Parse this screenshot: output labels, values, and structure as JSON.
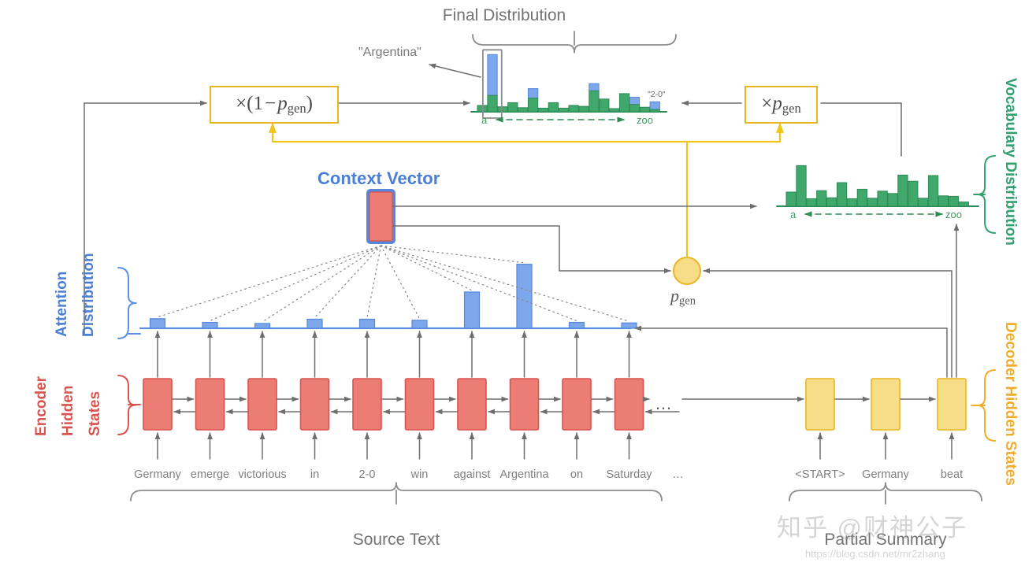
{
  "diagram": {
    "title_final_distribution": "Final Distribution",
    "title_context_vector": "Context Vector",
    "label_argentina": "\"Argentina\"",
    "label_2_0": "\"2-0\"",
    "label_source_text": "Source Text",
    "label_partial_summary": "Partial Summary",
    "label_attention_distribution": "Attention\nDistribution",
    "label_attention_line1": "Attention",
    "label_attention_line2": "Distribution",
    "label_encoder_line1": "Encoder",
    "label_encoder_line2": "Hidden",
    "label_encoder_line3": "States",
    "label_vocabulary_distribution": "Vocabulary Distribution",
    "label_decoder_hidden_states": "Decoder Hidden States",
    "pgen_node_label": "pgen",
    "formula_left": "×(1 − pgen)",
    "formula_right": "×pgen",
    "axis_start": "a",
    "axis_end": "zoo",
    "ellipsis": "…"
  },
  "source_tokens": [
    "Germany",
    "emerge",
    "victorious",
    "in",
    "2-0",
    "win",
    "against",
    "Argentina",
    "on",
    "Saturday",
    "…"
  ],
  "summary_tokens": [
    "<START>",
    "Germany",
    "beat"
  ],
  "colors": {
    "encoder_fill": "#eb7d75",
    "encoder_stroke": "#d9534f",
    "decoder_fill": "#f8dd88",
    "decoder_stroke": "#e8b61f",
    "attention_fill": "#7da7ea",
    "attention_stroke": "#5588dd",
    "vocab_fill": "#3fa86a",
    "vocab_stroke": "#2e8b57",
    "blue_label": "#4a7fd4",
    "red_label": "#d9534f",
    "green_label": "#33a06f",
    "orange_label": "#f0ad2e",
    "gray_line": "#6e6e6e",
    "yellow_line": "#f0c419"
  },
  "chart_data": [
    {
      "type": "bar",
      "name": "attention_distribution",
      "title": "Attention Distribution",
      "categories": [
        "Germany",
        "emerge",
        "victorious",
        "in",
        "2-0",
        "win",
        "against",
        "Argentina",
        "on",
        "Saturday"
      ],
      "values": [
        0.09,
        0.055,
        0.045,
        0.085,
        0.085,
        0.075,
        0.34,
        0.6,
        0.055,
        0.05
      ],
      "ylim": [
        0,
        0.62
      ],
      "grid": false,
      "legend": false,
      "color": "#7da7ea"
    },
    {
      "type": "bar",
      "name": "vocabulary_distribution",
      "title": "Vocabulary Distribution",
      "xlabel_start": "a",
      "xlabel_end": "zoo",
      "categories": [
        "1",
        "2",
        "3",
        "4",
        "5",
        "6",
        "7",
        "8",
        "9",
        "10",
        "11",
        "12",
        "13",
        "14",
        "15",
        "16",
        "17",
        "18"
      ],
      "values": [
        0.3,
        0.86,
        0.16,
        0.33,
        0.18,
        0.5,
        0.16,
        0.36,
        0.17,
        0.32,
        0.27,
        0.66,
        0.53,
        0.17,
        0.65,
        0.22,
        0.21,
        0.09
      ],
      "ylim": [
        0,
        1.0
      ],
      "grid": false,
      "legend": false,
      "color": "#3fa86a"
    },
    {
      "type": "bar",
      "name": "final_distribution",
      "title": "Final Distribution",
      "xlabel_start": "a",
      "xlabel_end": "zoo",
      "annotations": [
        {
          "text": "\"Argentina\"",
          "index": 1
        },
        {
          "text": "\"2-0\"",
          "index": 17
        }
      ],
      "highlight_index": 1,
      "categories": [
        "1",
        "2",
        "3",
        "4",
        "5",
        "6",
        "7",
        "8",
        "9",
        "10",
        "11",
        "12",
        "13",
        "14",
        "15",
        "16",
        "17",
        "18"
      ],
      "series": [
        {
          "name": "vocabulary (green)",
          "color": "#3fa86a",
          "values": [
            0.14,
            0.36,
            0.11,
            0.2,
            0.09,
            0.3,
            0.08,
            0.2,
            0.08,
            0.14,
            0.12,
            0.46,
            0.28,
            0.07,
            0.4,
            0.16,
            0.1,
            0.05
          ]
        },
        {
          "name": "attention (blue)",
          "color": "#7da7ea",
          "values": [
            0.0,
            0.9,
            0.0,
            0.0,
            0.0,
            0.21,
            0.0,
            0.0,
            0.0,
            0.0,
            0.0,
            0.16,
            0.0,
            0.0,
            0.0,
            0.16,
            0.0,
            0.17
          ]
        }
      ],
      "ylim": [
        0,
        1.3
      ],
      "grid": false,
      "legend": false
    }
  ],
  "watermark": {
    "text": "知乎 @财神公子",
    "url": "https://blog.csdn.net/mr2zhang"
  }
}
